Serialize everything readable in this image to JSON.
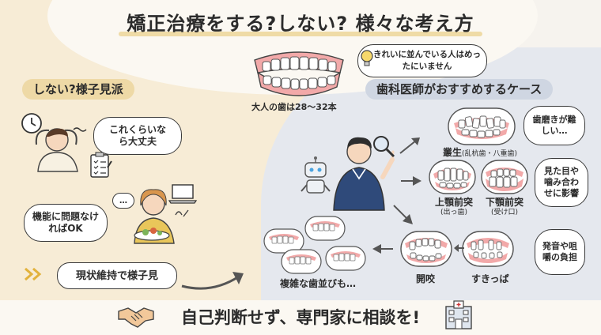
{
  "title": "矯正治療をする?しない? 様々な考え方",
  "left": {
    "heading": "しない?様子見派",
    "bubble1": "これくらいなら大丈夫",
    "bubble2": "機能に問題なければOK",
    "bubble3": "現状維持で様子見",
    "think_dots": "…"
  },
  "center": {
    "teeth_caption": "大人の歯は28〜32本",
    "idea_bubble": "きれいに並んでいる人はめったにいません"
  },
  "right": {
    "heading": "歯科医師がおすすめするケース",
    "case1": {
      "name": "叢生",
      "sub": "(乱杭歯・八重歯)"
    },
    "case2": {
      "name": "上顎前突",
      "sub": "(出っ歯)"
    },
    "case3": {
      "name": "下顎前突",
      "sub": "(受け口)"
    },
    "case4": {
      "name": "開咬"
    },
    "case5": {
      "name": "すきっぱ"
    },
    "case6": {
      "name": "複雑な歯並びも…"
    },
    "note1": "歯磨きが難しい…",
    "note2": "見た目や噛み合わせに影響",
    "note3": "発音や咀嚼の負担"
  },
  "footer": {
    "message": "自己判断せず、専門家に相談を!"
  },
  "colors": {
    "left_bg": "#f7ecd6",
    "right_bg": "#e5e8ee",
    "accent_yellow": "#e9cf86",
    "scrub_blue": "#2f4a7a"
  }
}
